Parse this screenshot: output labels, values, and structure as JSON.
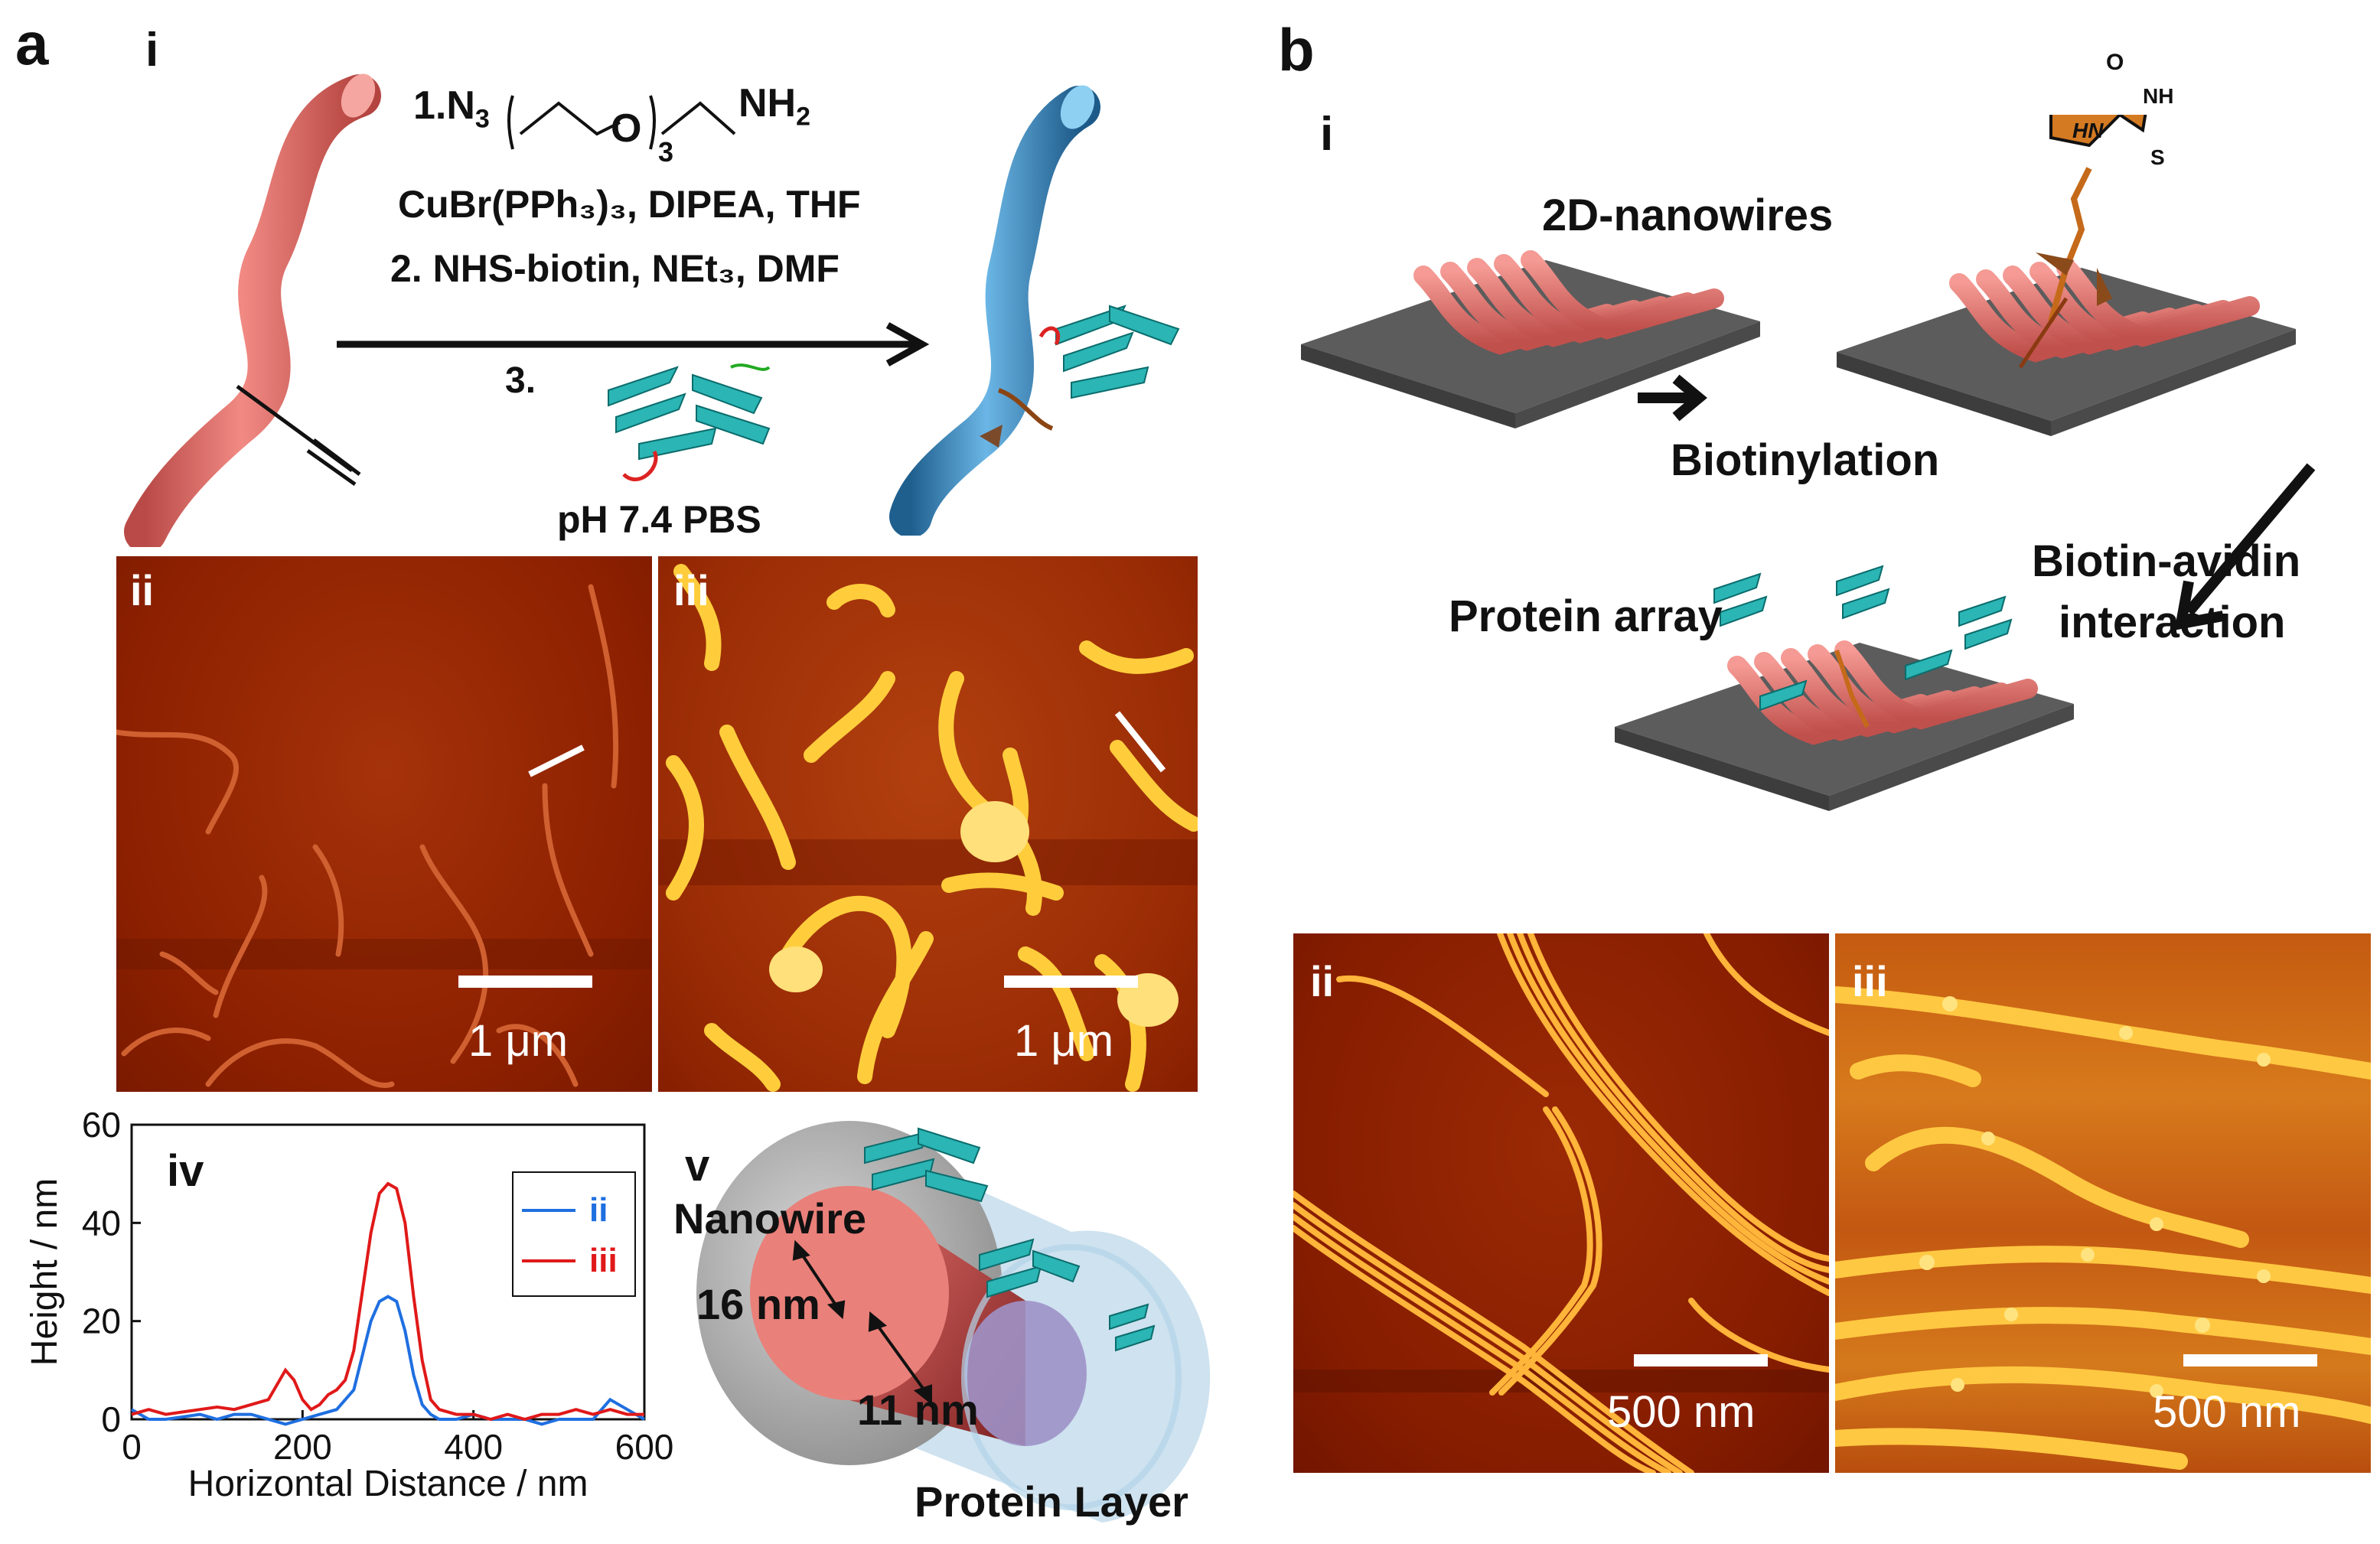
{
  "panels": {
    "a": {
      "letter": "a",
      "i": {
        "label": "i",
        "step1_n3": "1.N",
        "step1_sub3a": "3",
        "step1_o": "O",
        "step1_sub3b": "3",
        "step1_nh2": "NH",
        "step1_sub2": "2",
        "reagents1": "CuBr(PPh₃)₃,  DIPEA,  THF",
        "step2": "2. NHS-biotin,  NEt₃,  DMF",
        "step3": "3.",
        "buffer": "pH 7.4 PBS"
      },
      "ii": {
        "label": "ii",
        "scale": "1 μm"
      },
      "iii": {
        "label": "iii",
        "scale": "1 μm"
      },
      "iv": {
        "label": "iv"
      },
      "v": {
        "label": "v",
        "nanowire": "Nanowire",
        "dim1": "16 nm",
        "dim2": "11 nm",
        "protein_layer": "Protein Layer"
      }
    },
    "b": {
      "letter": "b",
      "i": {
        "label": "i",
        "title": "2D-nanowires",
        "biotinylation": "Biotinylation",
        "biotin_avidin_1": "Biotin-avidin",
        "biotin_avidin_2": "interaction",
        "protein_array": "Protein array",
        "atom_o": "O",
        "atom_nh": "NH",
        "atom_hn": "HN",
        "atom_s": "S"
      },
      "ii": {
        "label": "ii",
        "scale": "500 nm"
      },
      "iii": {
        "label": "iii",
        "scale": "500 nm"
      }
    }
  },
  "colors": {
    "nanowire_red": "#e77570",
    "nanowire_blue": "#4b9fd4",
    "afm_dark": "#8a1a00",
    "afm_bright": "#ffd23a",
    "substrate": "#5a5a5a",
    "series_ii": "#1f6fe0",
    "series_iii": "#e01919"
  },
  "chart_data": {
    "type": "line",
    "xlabel": "Horizontal Distance / nm",
    "ylabel": "Height / nm",
    "xlim": [
      0,
      600
    ],
    "ylim": [
      0,
      60
    ],
    "xticks": [
      "0",
      "200",
      "400",
      "600"
    ],
    "yticks": [
      "0",
      "20",
      "40",
      "60"
    ],
    "legend_position": "top-right",
    "series": [
      {
        "name": "ii",
        "color": "#1f6fe0",
        "x": [
          0,
          20,
          40,
          60,
          80,
          100,
          120,
          140,
          160,
          180,
          200,
          220,
          240,
          260,
          270,
          280,
          290,
          300,
          310,
          320,
          330,
          340,
          350,
          360,
          380,
          400,
          420,
          440,
          460,
          480,
          500,
          520,
          540,
          560,
          580,
          600
        ],
        "y": [
          2,
          0,
          0,
          0.5,
          1,
          0,
          1,
          1,
          0,
          -1,
          0,
          1,
          2,
          6,
          13,
          20,
          24,
          25,
          24,
          18,
          9,
          3,
          1,
          0,
          0,
          1,
          0,
          0,
          0,
          -1,
          0,
          0,
          0,
          4,
          2,
          0
        ]
      },
      {
        "name": "iii",
        "color": "#e01919",
        "x": [
          0,
          20,
          40,
          60,
          80,
          100,
          120,
          140,
          160,
          170,
          180,
          190,
          200,
          210,
          220,
          230,
          240,
          250,
          260,
          270,
          280,
          290,
          300,
          310,
          320,
          330,
          340,
          350,
          360,
          380,
          400,
          420,
          440,
          460,
          480,
          500,
          520,
          540,
          560,
          580,
          600
        ],
        "y": [
          1,
          2,
          1,
          1.5,
          2,
          2.5,
          2,
          3,
          4,
          7,
          10,
          8,
          4,
          2,
          3,
          5,
          6,
          8,
          14,
          26,
          38,
          46,
          48,
          47,
          40,
          25,
          12,
          4,
          2,
          1,
          1,
          0,
          1,
          0,
          1,
          1,
          2,
          1,
          2,
          1,
          1
        ]
      }
    ]
  }
}
